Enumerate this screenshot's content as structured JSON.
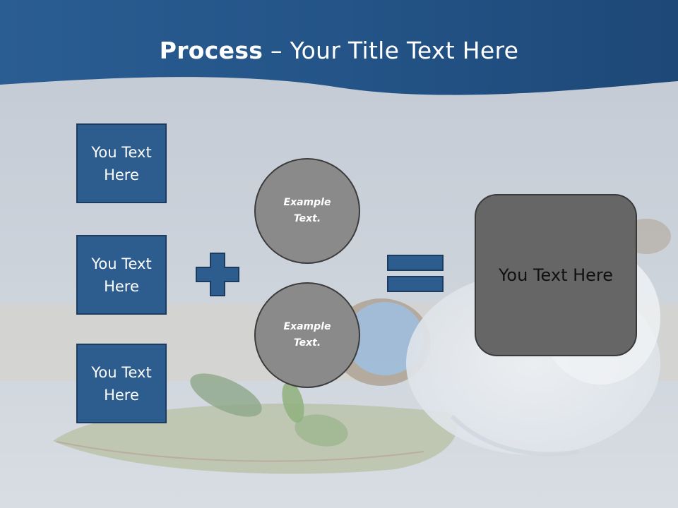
{
  "title": {
    "bold": "Process",
    "rest": " – Your Title Text Here"
  },
  "left_boxes": [
    {
      "label": "You Text Here"
    },
    {
      "label": "You Text Here"
    },
    {
      "label": "You Text Here"
    }
  ],
  "circles": [
    {
      "label": "Example Text."
    },
    {
      "label": "Example Text."
    }
  ],
  "result": {
    "label": "You Text Here"
  },
  "icons": {
    "plus": "plus-icon",
    "equals": "equals-icon"
  },
  "colors": {
    "header": "#1e4f82",
    "box_fill": "#2d5c8f",
    "circle_fill": "#8a8a8a",
    "result_fill": "#666666"
  }
}
